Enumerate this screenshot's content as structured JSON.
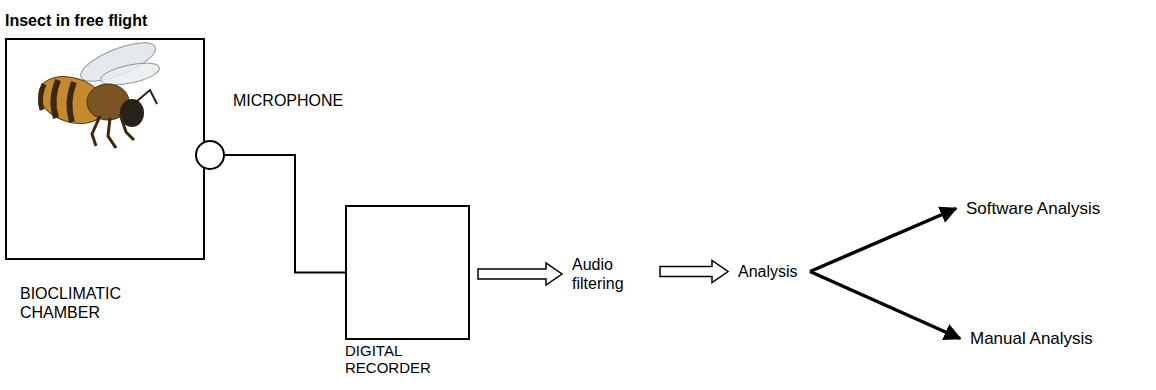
{
  "diagram": {
    "nodes": [
      {
        "text": [
          "Insect in free flight",
          "BIOCLIMATIC CHAMBER"
        ]
      },
      {
        "text": [
          "MICROPHONE"
        ]
      },
      {
        "text": [
          "DIGITAL RECORDER"
        ]
      },
      {
        "text": [
          "Audio filtering"
        ]
      },
      {
        "text": [
          "Analysis"
        ]
      },
      {
        "text": [
          "Software Analysis"
        ]
      },
      {
        "text": [
          "Manual Analysis"
        ]
      }
    ],
    "edges": [
      {
        "from": 1,
        "to": 2,
        "arrow": "none"
      },
      {
        "from": 2,
        "to": 3,
        "arrow": "to"
      },
      {
        "from": 3,
        "to": 4,
        "arrow": "to"
      },
      {
        "from": 4,
        "to": 5,
        "arrow": "to"
      },
      {
        "from": 4,
        "to": 6,
        "arrow": "to"
      }
    ]
  }
}
